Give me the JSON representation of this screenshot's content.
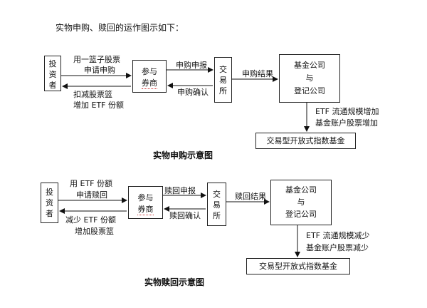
{
  "intro": "实物申购、赎回的运作图示如下：",
  "purchase": {
    "investor": [
      "投",
      "资",
      "者"
    ],
    "broker": [
      "参与",
      "券商"
    ],
    "exchange": [
      "交",
      "易",
      "所"
    ],
    "fund_registrar": [
      "基金公司",
      "与",
      "登记公司"
    ],
    "etf_box": "交易型开放式指数基金",
    "label_top_1": "用一篮子股票",
    "label_top_2": "申请申购",
    "label_bottom_1": "扣减股票篮",
    "label_bottom_2": "增加 ETF 份额",
    "broker_to_exchange": "申购申报",
    "exchange_to_broker": "申购确认",
    "exchange_to_fund": "申购结果",
    "fund_to_etf_1": "ETF 流通规模增加",
    "fund_to_etf_2": "基金账户股票增加",
    "caption": "实物申购示意图"
  },
  "redemption": {
    "investor": [
      "投",
      "资",
      "者"
    ],
    "broker": [
      "参与",
      "券商"
    ],
    "exchange": [
      "交",
      "易",
      "所"
    ],
    "fund_registrar": [
      "基金公司",
      "与",
      "登记公司"
    ],
    "etf_box": "交易型开放式指数基金",
    "label_top_1": "用 ETF 份额",
    "label_top_2": "申请赎回",
    "label_bottom_1": "减少 ETF 份额",
    "label_bottom_2": "增加股票篮",
    "broker_to_exchange": "赎回申报",
    "exchange_to_broker": "赎回确认",
    "exchange_to_fund": "赎回结果",
    "fund_to_etf_1": "ETF 流通规模减少",
    "fund_to_etf_2": "基金账户股票减少",
    "caption": "实物赎回示意图"
  }
}
